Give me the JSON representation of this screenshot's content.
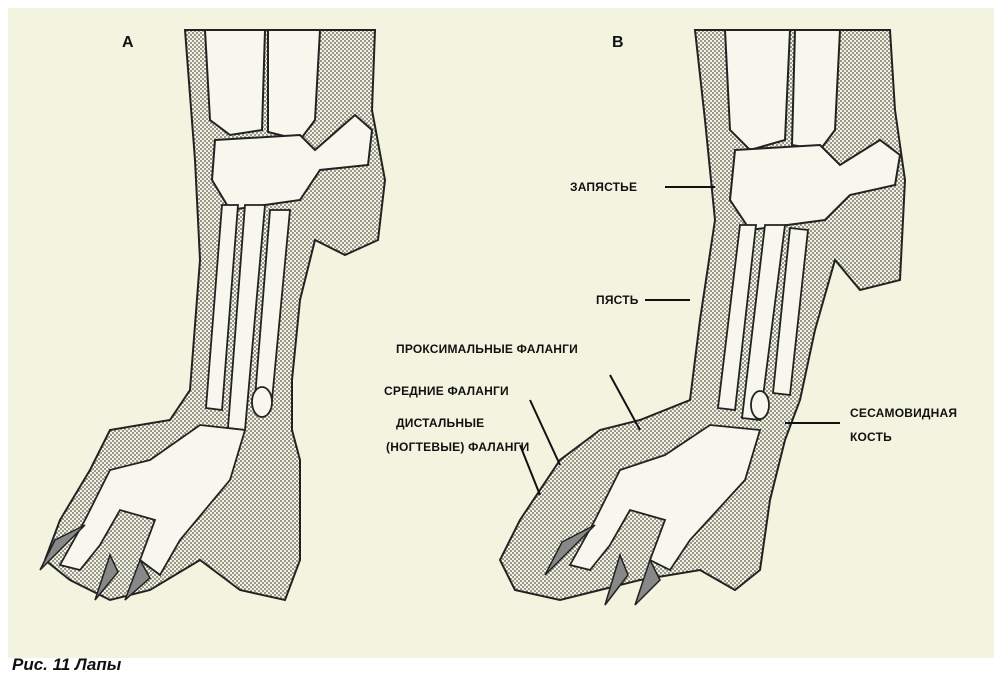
{
  "figure": {
    "panel_a_letter": "A",
    "panel_b_letter": "B",
    "caption": "Рис. 11 Лапы"
  },
  "labels": {
    "wrist": "ЗАПЯСТЬЕ",
    "metacarpus": "ПЯСТЬ",
    "proximal_phalanges": "ПРОКСИМАЛЬНЫЕ ФАЛАНГИ",
    "middle_phalanges": "СРЕДНИЕ ФАЛАНГИ",
    "distal_phalanges_1": "ДИСТАЛЬНЫЕ",
    "distal_phalanges_2": "(НОГТЕВЫЕ) ФАЛАНГИ",
    "sesamoid_1": "СЕСАМОВИДНАЯ",
    "sesamoid_2": "КОСТЬ"
  }
}
